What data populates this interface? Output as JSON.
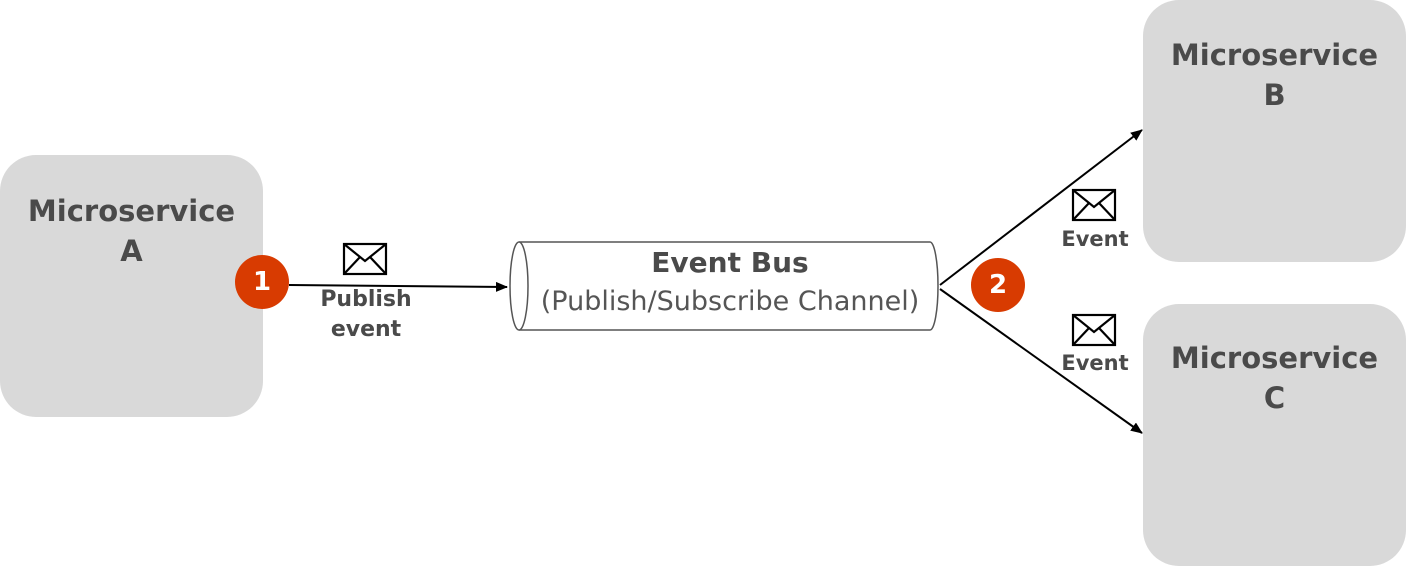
{
  "services": {
    "a": {
      "line1": "Microservice",
      "line2": "A"
    },
    "b": {
      "line1": "Microservice",
      "line2": "B"
    },
    "c": {
      "line1": "Microservice",
      "line2": "C"
    }
  },
  "steps": {
    "one": "1",
    "two": "2"
  },
  "bus": {
    "title": "Event Bus",
    "subtitle": "(Publish/Subscribe Channel)"
  },
  "messages": {
    "publish": {
      "line1": "Publish",
      "line2": "event"
    },
    "event_b": "Event",
    "event_c": "Event"
  },
  "colors": {
    "service_fill": "#d9d9d9",
    "badge": "#d83b01",
    "text": "#4a4a4a"
  },
  "icons": {
    "message": "envelope-icon"
  }
}
